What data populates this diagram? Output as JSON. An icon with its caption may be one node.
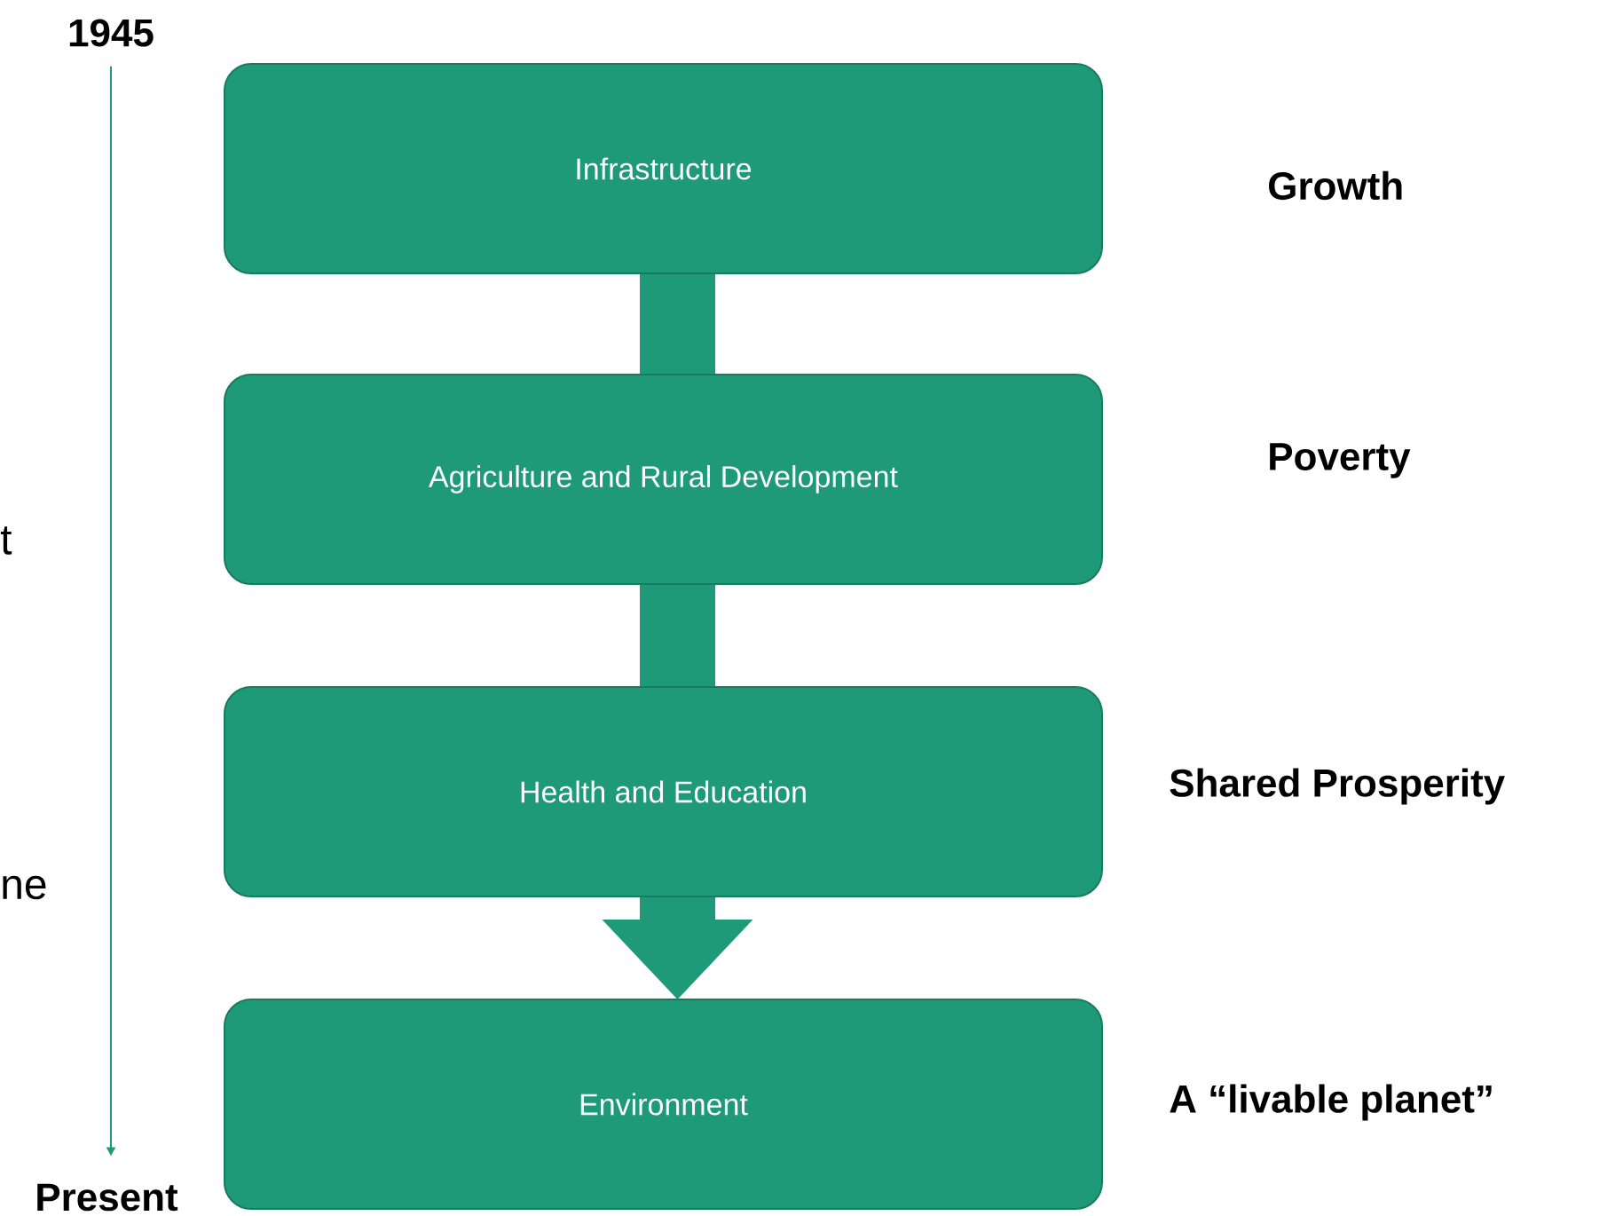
{
  "diagram": {
    "nodes": [
      {
        "text": [
          "Infrastructure"
        ]
      },
      {
        "text": [
          "Agriculture and Rural Development"
        ]
      },
      {
        "text": [
          "Health and Education"
        ]
      },
      {
        "text": [
          "Environment"
        ]
      },
      {
        "text": [
          "1945"
        ]
      },
      {
        "text": [
          "Present"
        ]
      }
    ],
    "edges": [
      {
        "from": 0,
        "to": 1,
        "arrow": "none"
      },
      {
        "from": 1,
        "to": 2,
        "arrow": "none"
      },
      {
        "from": 2,
        "to": 3,
        "arrow": "to"
      },
      {
        "from": 4,
        "to": 5,
        "arrow": "to"
      }
    ],
    "labels": [
      "Growth",
      "Poverty",
      "t",
      "Shared Prosperity",
      "ne",
      "A “livable planet”"
    ]
  }
}
